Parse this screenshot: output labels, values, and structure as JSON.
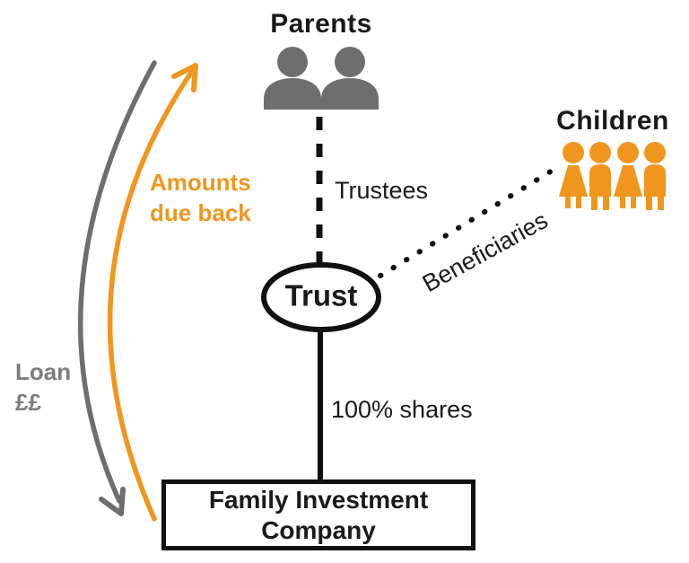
{
  "nodes": {
    "parents": {
      "label": "Parents"
    },
    "children": {
      "label": "Children"
    },
    "trust": {
      "label": "Trust"
    },
    "company": {
      "label": "Family Investment Company"
    }
  },
  "relationships": {
    "trustees": {
      "label": "Trustees",
      "line_style": "dashed",
      "from": "Parents",
      "to": "Trust"
    },
    "beneficiaries": {
      "label": "Beneficiaries",
      "line_style": "dotted",
      "from": "Trust",
      "to": "Children"
    },
    "shares": {
      "label": "100% shares",
      "line_style": "solid",
      "from": "Trust",
      "to": "Family Investment Company"
    }
  },
  "flows": {
    "loan": {
      "label": "Loan ££",
      "direction": "down",
      "color": "#6E6E6E"
    },
    "amounts_due_back": {
      "label": "Amounts due back",
      "direction": "up",
      "color": "#F0961E"
    }
  },
  "icons": {
    "parents": "two-adults-icon",
    "children": "four-children-icon"
  },
  "colors": {
    "orange": "#F0961E",
    "grey": "#6E6E6E",
    "loan_label_grey": "#7D7D7D",
    "black": "#111111"
  }
}
